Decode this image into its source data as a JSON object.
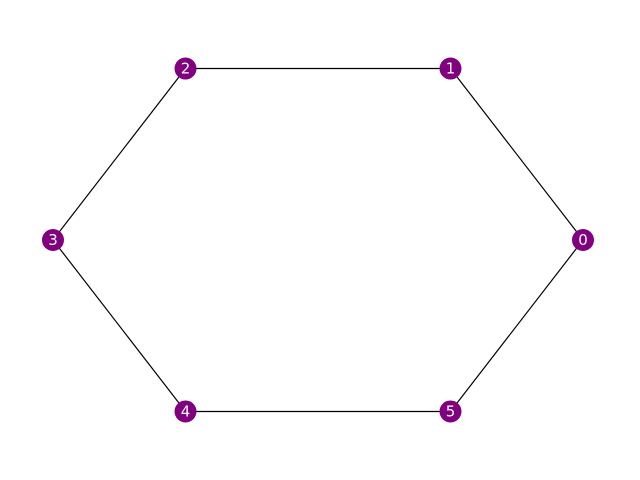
{
  "graph": {
    "layout": "circular",
    "node_color": "#800080",
    "label_color": "#ffffff",
    "edge_color": "#000000",
    "nodes": [
      {
        "id": "0",
        "label": "0"
      },
      {
        "id": "1",
        "label": "1"
      },
      {
        "id": "2",
        "label": "2"
      },
      {
        "id": "3",
        "label": "3"
      },
      {
        "id": "4",
        "label": "4"
      },
      {
        "id": "5",
        "label": "5"
      }
    ],
    "edges": [
      [
        "0",
        "1"
      ],
      [
        "1",
        "2"
      ],
      [
        "2",
        "3"
      ],
      [
        "3",
        "4"
      ],
      [
        "4",
        "5"
      ],
      [
        "5",
        "0"
      ]
    ]
  }
}
